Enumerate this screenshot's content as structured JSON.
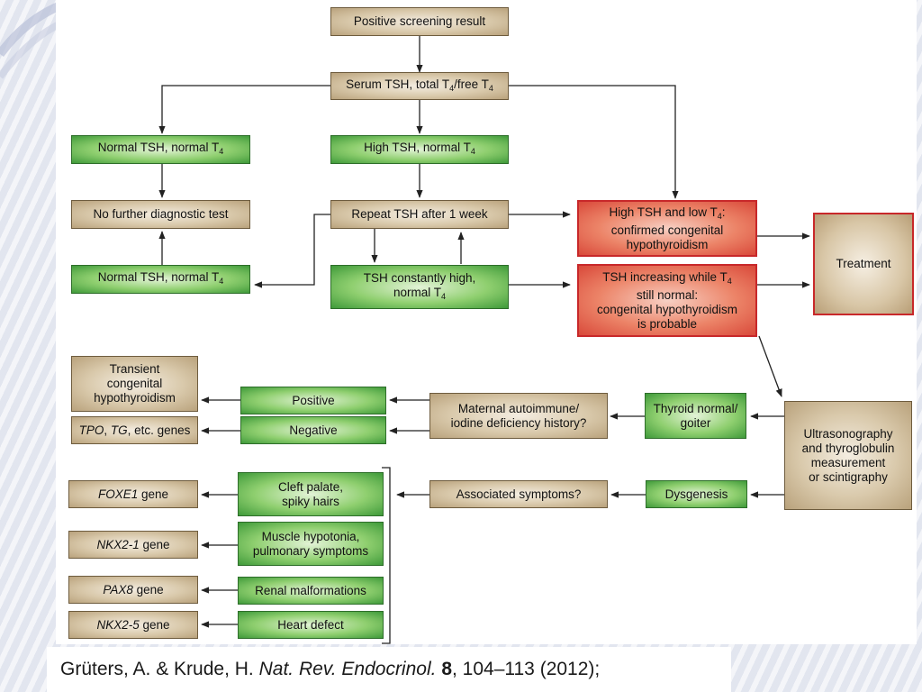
{
  "boxes": {
    "positive_screening": "Positive screening result",
    "serum_tsh": "Serum TSH, total T",
    "serum_tsh_mid": "/free T",
    "sub4": "4",
    "normal_tsh_top": "Normal TSH, normal T",
    "high_tsh_normal": "High TSH, normal T",
    "no_further": "No further diagnostic test",
    "repeat_tsh": "Repeat TSH after 1 week",
    "confirmed_a": "High TSH and low T",
    "confirmed_b": ":",
    "confirmed_c": "confirmed congenital",
    "confirmed_d": "hypothyroidism",
    "treatment": "Treatment",
    "normal_tsh_bottom": "Normal TSH, normal T",
    "tsh_constant_a": "TSH constantly high,",
    "tsh_constant_b": "normal T",
    "increasing_a": "TSH increasing while T",
    "increasing_b": "still normal:",
    "increasing_c": "congenital hypothyroidism",
    "increasing_d": "is probable",
    "transient_a": "Transient",
    "transient_b": "congenital",
    "transient_c": "hypothyroidism",
    "positive": "Positive",
    "negative": "Negative",
    "maternal_a": "Maternal autoimmune/",
    "maternal_b": "iodine deficiency history?",
    "thyroid_normal_a": "Thyroid normal/",
    "thyroid_normal_b": "goiter",
    "tpo_1": "TPO",
    "tpo_2": ", ",
    "tpo_3": "TG",
    "tpo_4": ", etc. genes",
    "ultrasono_a": "Ultrasonography",
    "ultrasono_b": "and thyroglobulin",
    "ultrasono_c": "measurement",
    "ultrasono_d": "or scintigraphy",
    "foxe1_gene_name": "FOXE1",
    "gene_suffix": " gene",
    "cleft_a": "Cleft palate,",
    "cleft_b": "spiky hairs",
    "associated": "Associated symptoms?",
    "dysgenesis": "Dysgenesis",
    "nkx21_gene_name": "NKX2-1",
    "muscle_a": "Muscle hypotonia,",
    "muscle_b": "pulmonary symptoms",
    "pax8_gene_name": "PAX8",
    "renal": "Renal malformations",
    "nkx25_gene_name": "NKX2-5",
    "heart": "Heart defect"
  },
  "citation": {
    "authors": "Grüters, A. & Krude, H. ",
    "journal": "Nat. Rev. Endocrinol.",
    "volume": "8",
    "pages": ", 104–113 (2012);"
  },
  "colors": {
    "tan_fill": "#d9c9ab",
    "green_fill": "#8fcf6f",
    "red_fill": "#ec8468",
    "red_border": "#c8282a"
  }
}
